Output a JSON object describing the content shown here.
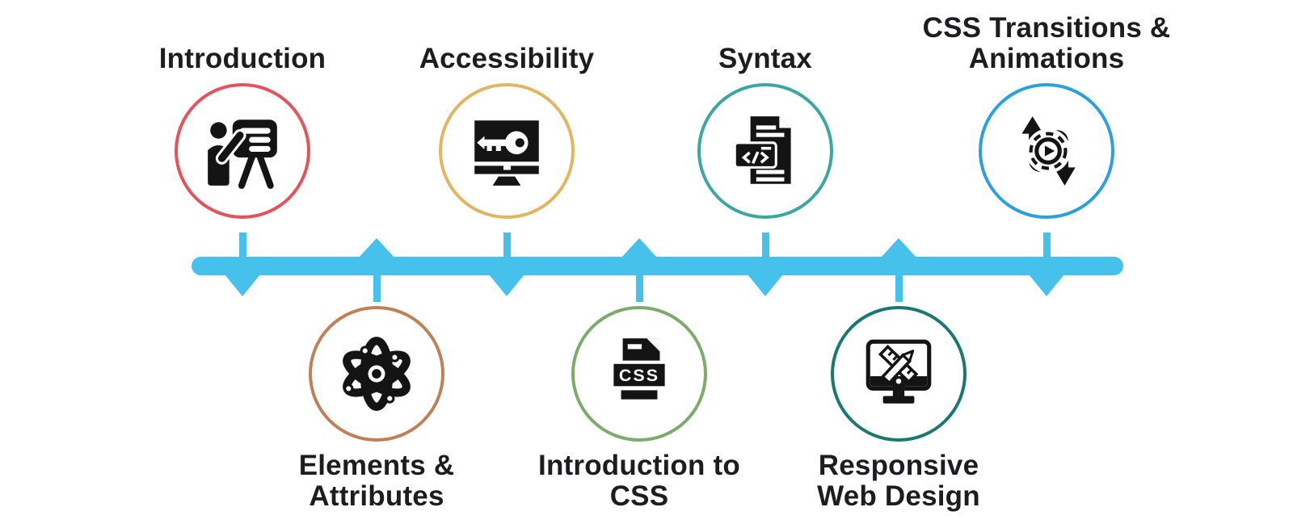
{
  "timeline": {
    "bar_color": "#45C1EC",
    "text_color": "#1D1D1F",
    "icon_color": "#141414",
    "milestones": [
      {
        "label": "Introduction",
        "side": "top",
        "icon": "presentation-icon",
        "ring_color": "#E4535A"
      },
      {
        "label": "Elements &\nAttributes",
        "side": "bottom",
        "icon": "atom-icon",
        "ring_color": "#C08057"
      },
      {
        "label": "Accessibility",
        "side": "top",
        "icon": "monitor-key-icon",
        "ring_color": "#E2B561"
      },
      {
        "label": "Introduction to\nCSS",
        "side": "bottom",
        "icon": "css-file-icon",
        "ring_color": "#7CAB6B",
        "icon_text": "CSS"
      },
      {
        "label": "Syntax",
        "side": "top",
        "icon": "code-document-icon",
        "ring_color": "#3AA89E"
      },
      {
        "label": "Responsive\nWeb Design",
        "side": "bottom",
        "icon": "design-monitor-icon",
        "ring_color": "#19786F"
      },
      {
        "label": "CSS Transitions &\nAnimations",
        "side": "top",
        "icon": "loop-play-icon",
        "ring_color": "#2AA1DC"
      }
    ]
  }
}
